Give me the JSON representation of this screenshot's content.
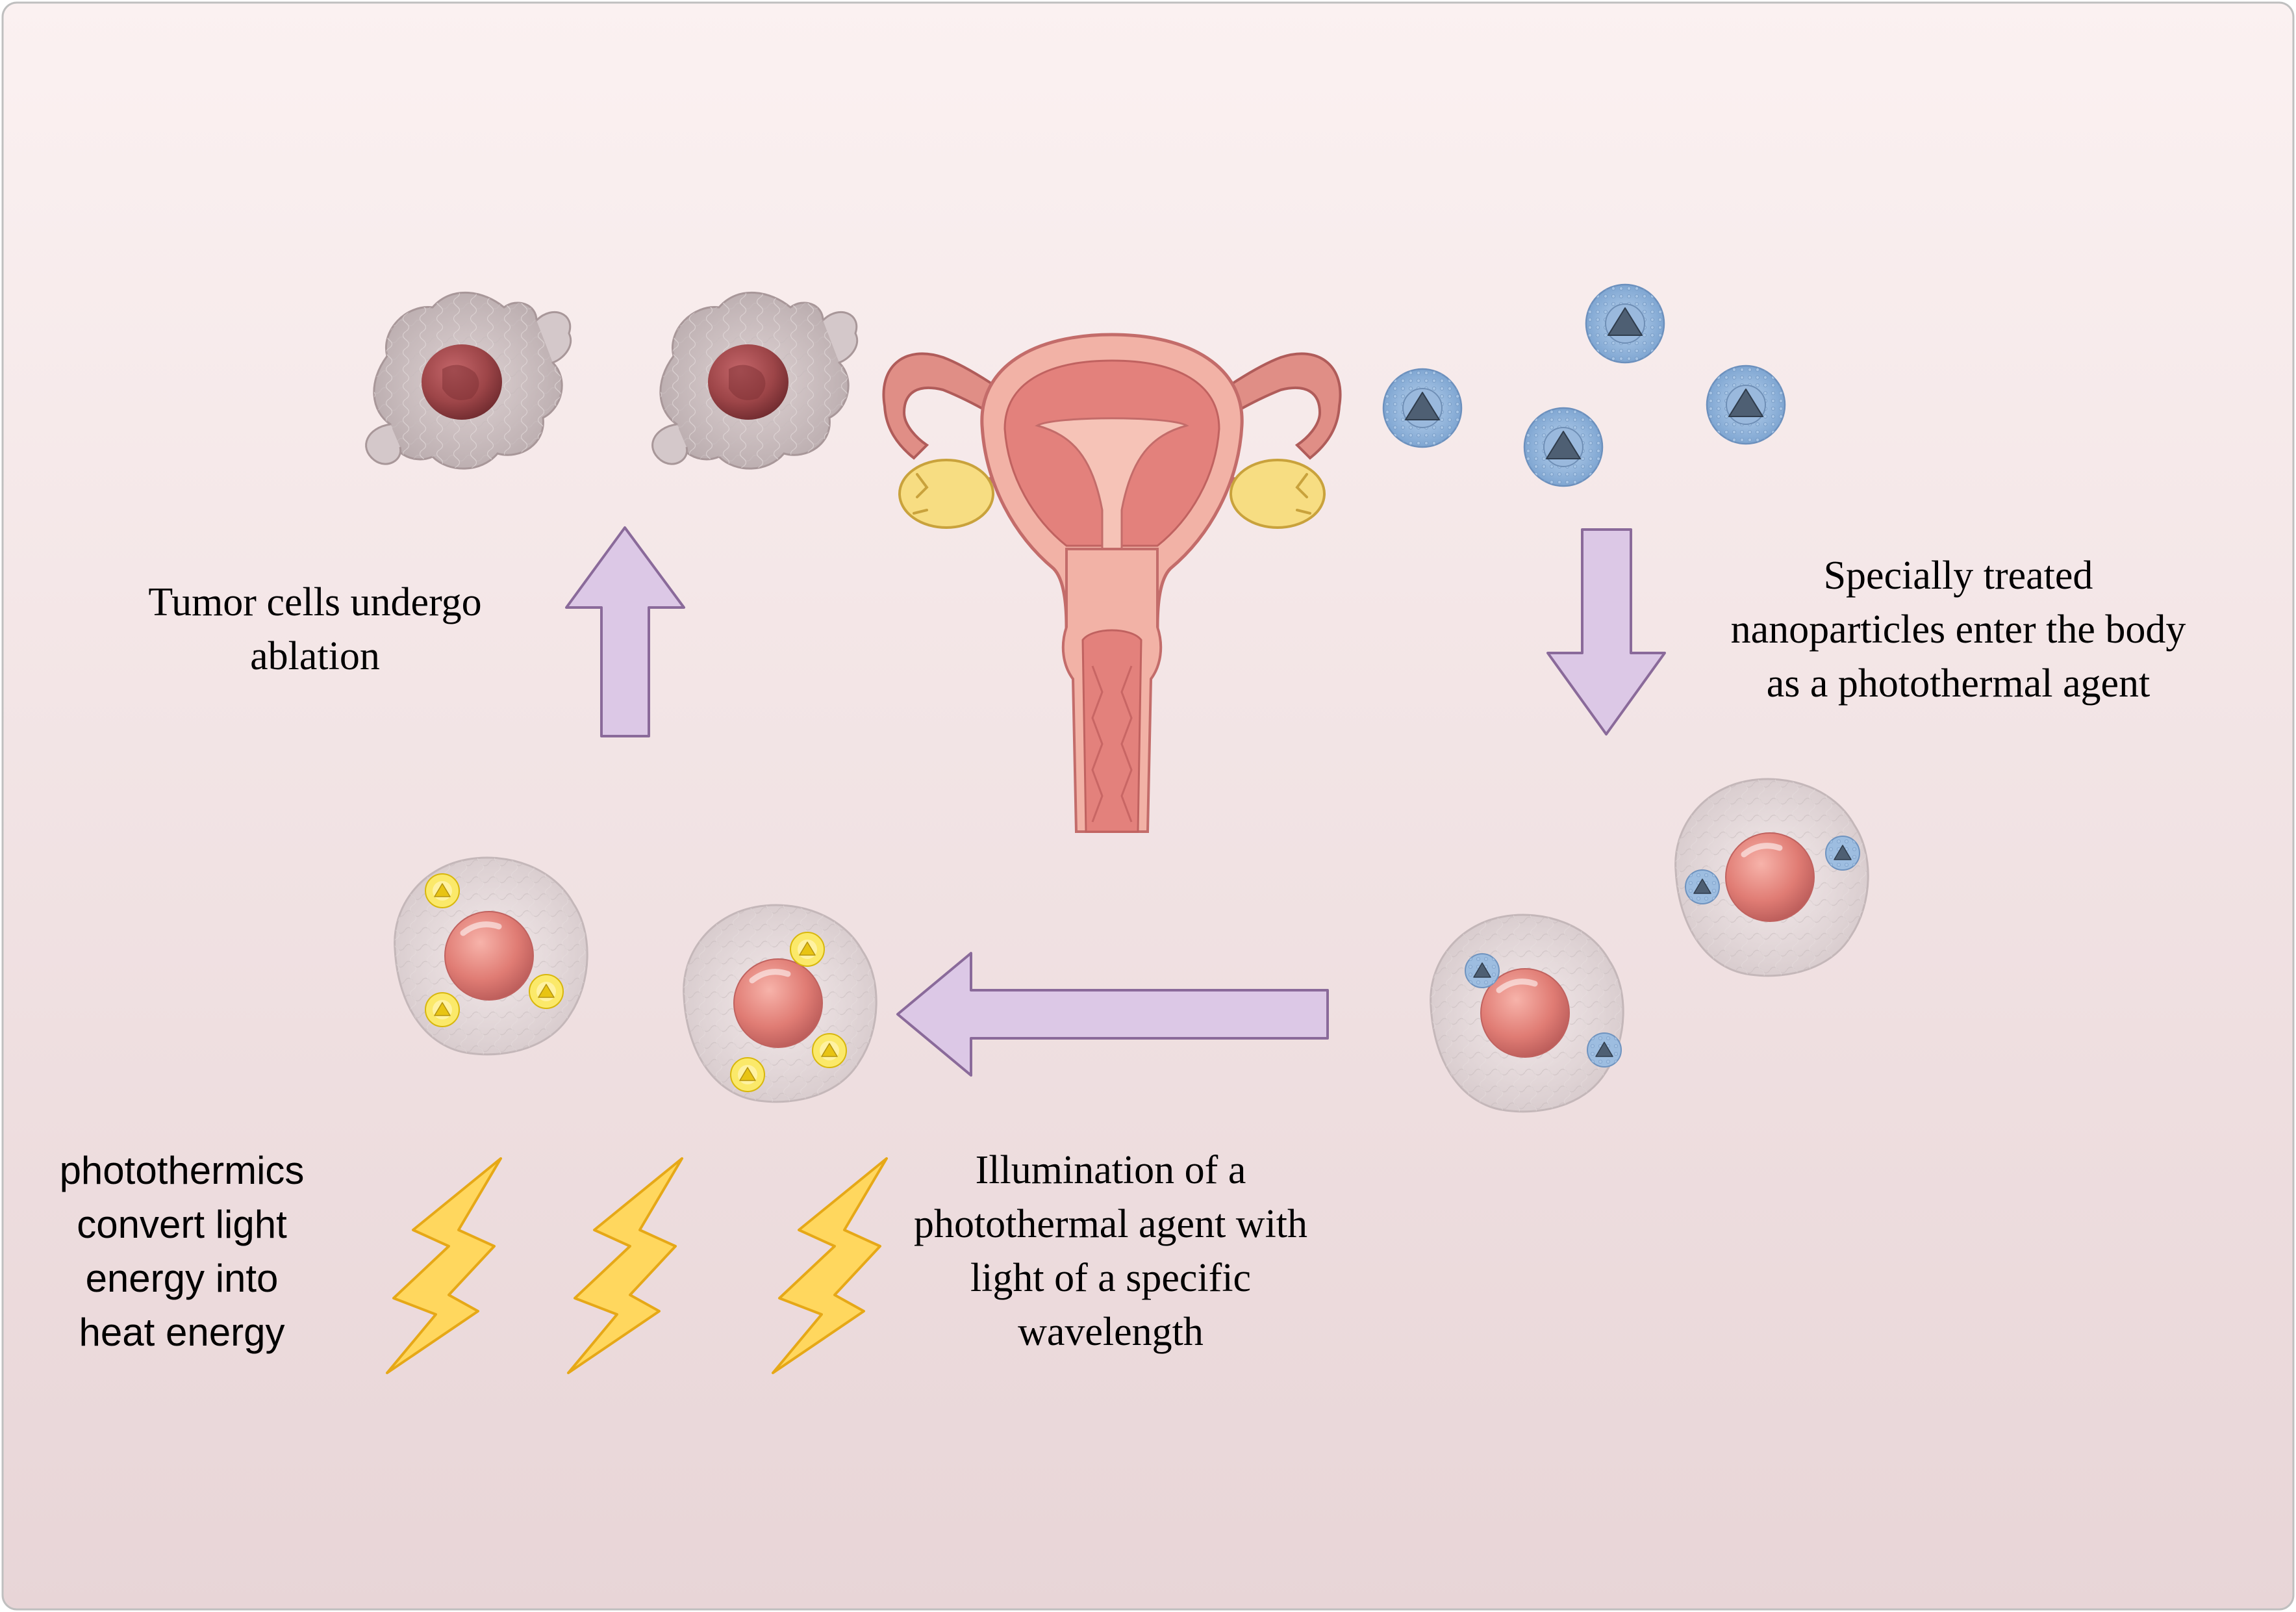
{
  "colors": {
    "background_top": "#fbf1f1",
    "background_bottom": "#e8d5d7",
    "arrow_fill": "#dcc8e6",
    "arrow_stroke": "#8a6a9a",
    "lightning_fill": "#ffd75e",
    "lightning_stroke": "#e6a817",
    "nanoparticle_shell": "#8eb3db",
    "nanoparticle_core": "#4e5f73",
    "gold_particle": "#f2d21c",
    "cell_membrane": "#d9cfd1",
    "nucleus": "#e07c74",
    "tumor_nucleus": "#9d4548",
    "uterus": "#e3817c",
    "ovary": "#f7dd82"
  },
  "icons": [
    "tumor-cell-icon",
    "uterus-icon",
    "nanoparticle-icon",
    "cell-with-nanoparticles-icon",
    "cell-with-gold-particles-icon",
    "lightning-icon",
    "arrow-up-icon",
    "arrow-down-icon",
    "arrow-left-icon"
  ],
  "labels": {
    "ablation": [
      "Tumor cells undergo",
      "ablation"
    ],
    "nanoparticles": [
      "Specially treated",
      "nanoparticles enter the body",
      "as a photothermal agent"
    ],
    "illumination": [
      "Illumination of a",
      "photothermal agent with",
      "light of a specific",
      "wavelength"
    ],
    "photothermics": [
      "photothermics",
      "convert light",
      "energy into",
      "heat energy"
    ]
  }
}
